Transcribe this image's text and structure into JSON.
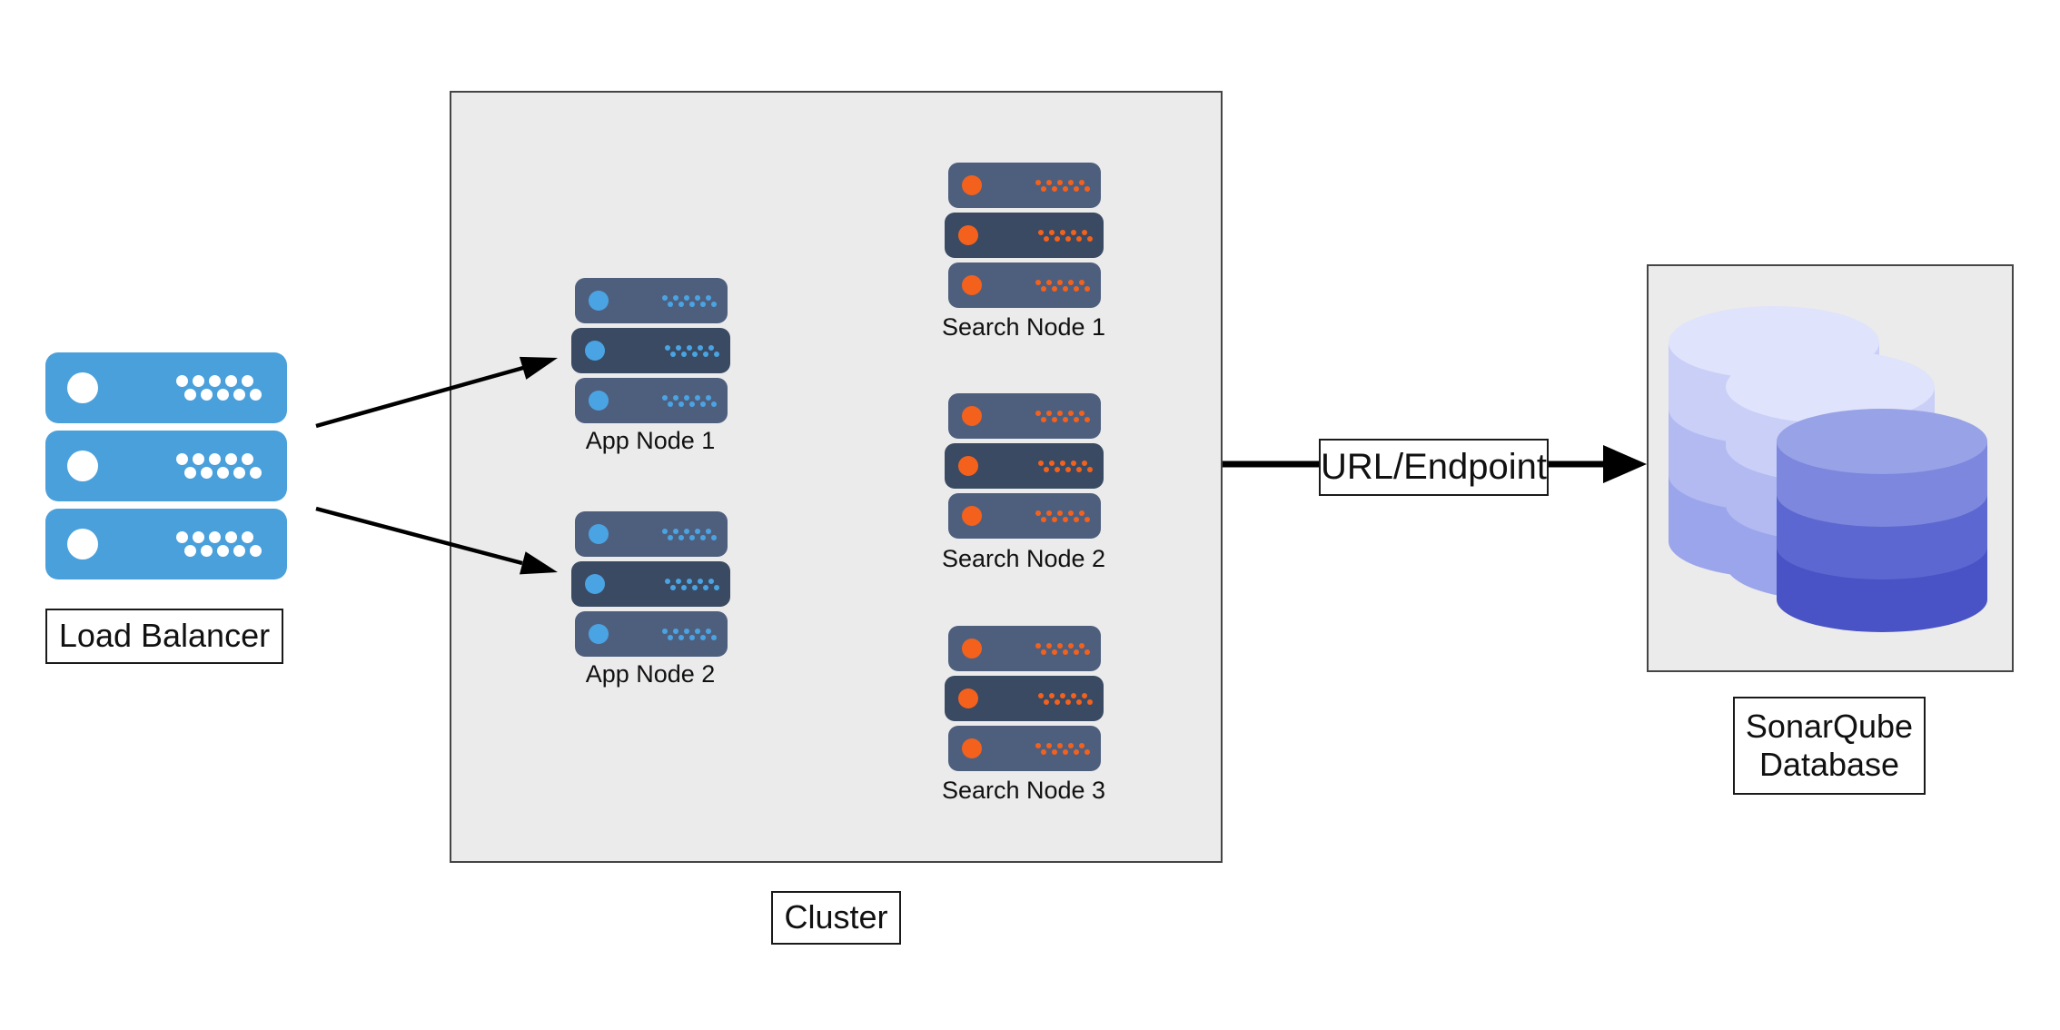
{
  "load_balancer": {
    "label": "Load Balancer"
  },
  "cluster": {
    "label": "Cluster",
    "app_nodes": [
      {
        "label": "App Node 1"
      },
      {
        "label": "App Node 2"
      }
    ],
    "search_nodes": [
      {
        "label": "Search Node 1"
      },
      {
        "label": "Search Node 2"
      },
      {
        "label": "Search Node 3"
      }
    ]
  },
  "connection": {
    "label": "URL/Endpoint"
  },
  "database": {
    "line1": "SonarQube",
    "line2": "Database"
  },
  "colors": {
    "lb-blue": "#4AA0DB",
    "node-bar": "#4E5F7E",
    "node-bar-dark": "#394A62",
    "node-blue": "#4AA4E4",
    "node-orange": "#F4611C",
    "panel-gray": "#EBEBEB",
    "panel-border": "#454545",
    "label-border": "#1A1A1A",
    "text": "#111111",
    "arrow": "#000000",
    "db-back-top": "#DFE3FB",
    "db-back-1": "#C9CFF7",
    "db-back-2": "#B2BAF1",
    "db-back-3": "#9BA5EB",
    "db-front-top": "#98A2E7",
    "db-front-1": "#7C87DD",
    "db-front-2": "#5C67D1",
    "db-front-3": "#4953C5"
  }
}
